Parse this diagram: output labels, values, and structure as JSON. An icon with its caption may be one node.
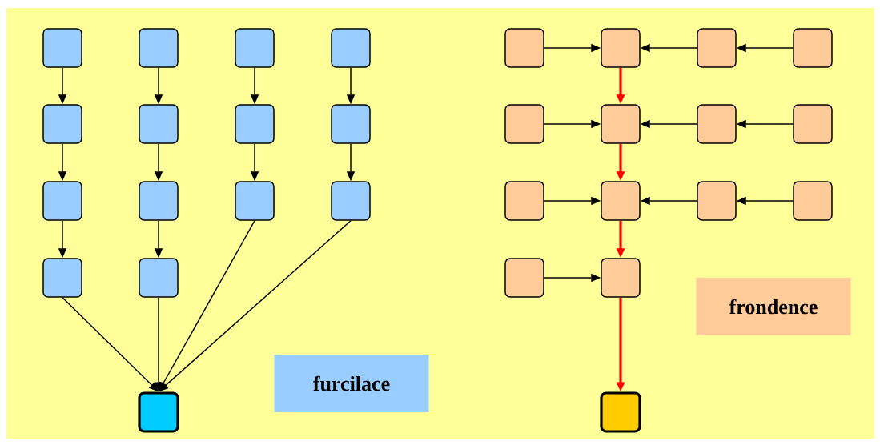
{
  "diagram": {
    "nodes": [
      {
        "text": [],
        "shape": "box"
      },
      {
        "text": [],
        "shape": "box"
      },
      {
        "text": [],
        "shape": "box"
      },
      {
        "text": [],
        "shape": "box"
      },
      {
        "text": [],
        "shape": "box"
      },
      {
        "text": [],
        "shape": "box"
      },
      {
        "text": [],
        "shape": "box"
      },
      {
        "text": [],
        "shape": "box"
      },
      {
        "text": [],
        "shape": "box"
      },
      {
        "text": [],
        "shape": "box"
      },
      {
        "text": [],
        "shape": "box"
      },
      {
        "text": [],
        "shape": "box"
      },
      {
        "text": [],
        "shape": "box"
      },
      {
        "text": [],
        "shape": "box"
      },
      {
        "text": [],
        "shape": "box"
      },
      {
        "text": [
          "furcilace"
        ]
      },
      {
        "text": [],
        "shape": "box"
      },
      {
        "text": [],
        "shape": "box"
      },
      {
        "text": [],
        "shape": "box"
      },
      {
        "text": [],
        "shape": "box"
      },
      {
        "text": [],
        "shape": "box"
      },
      {
        "text": [],
        "shape": "box"
      },
      {
        "text": [],
        "shape": "box"
      },
      {
        "text": [],
        "shape": "box"
      },
      {
        "text": [],
        "shape": "box"
      },
      {
        "text": [],
        "shape": "box"
      },
      {
        "text": [],
        "shape": "box"
      },
      {
        "text": [],
        "shape": "box"
      },
      {
        "text": [],
        "shape": "box"
      },
      {
        "text": [],
        "shape": "box"
      },
      {
        "text": [],
        "shape": "box"
      },
      {
        "text": [
          "frondence"
        ]
      }
    ],
    "edges": [
      {
        "from": 0,
        "to": 4,
        "arrow": "to"
      },
      {
        "from": 1,
        "to": 5,
        "arrow": "to"
      },
      {
        "from": 2,
        "to": 6,
        "arrow": "to"
      },
      {
        "from": 3,
        "to": 7,
        "arrow": "to"
      },
      {
        "from": 4,
        "to": 8,
        "arrow": "to"
      },
      {
        "from": 5,
        "to": 9,
        "arrow": "to"
      },
      {
        "from": 6,
        "to": 10,
        "arrow": "to"
      },
      {
        "from": 7,
        "to": 11,
        "arrow": "to"
      },
      {
        "from": 8,
        "to": 12,
        "arrow": "to"
      },
      {
        "from": 9,
        "to": 13,
        "arrow": "to"
      },
      {
        "from": 12,
        "to": 14,
        "arrow": "to"
      },
      {
        "from": 13,
        "to": 14,
        "arrow": "to"
      },
      {
        "from": 10,
        "to": 14,
        "arrow": "to"
      },
      {
        "from": 11,
        "to": 14,
        "arrow": "to"
      },
      {
        "from": 16,
        "to": 17,
        "arrow": "to"
      },
      {
        "from": 18,
        "to": 17,
        "arrow": "to"
      },
      {
        "from": 19,
        "to": 18,
        "arrow": "to"
      },
      {
        "from": 20,
        "to": 21,
        "arrow": "to"
      },
      {
        "from": 22,
        "to": 21,
        "arrow": "to"
      },
      {
        "from": 23,
        "to": 22,
        "arrow": "to"
      },
      {
        "from": 24,
        "to": 25,
        "arrow": "to"
      },
      {
        "from": 26,
        "to": 25,
        "arrow": "to"
      },
      {
        "from": 27,
        "to": 26,
        "arrow": "to"
      },
      {
        "from": 28,
        "to": 29,
        "arrow": "to"
      },
      {
        "from": 17,
        "to": 21,
        "arrow": "to",
        "style": "thick",
        "color": "#ff0000"
      },
      {
        "from": 21,
        "to": 25,
        "arrow": "to",
        "style": "thick",
        "color": "#ff0000"
      },
      {
        "from": 25,
        "to": 29,
        "arrow": "to",
        "style": "thick",
        "color": "#ff0000"
      },
      {
        "from": 29,
        "to": 30,
        "arrow": "to",
        "style": "thick",
        "color": "#ff0000"
      }
    ]
  }
}
